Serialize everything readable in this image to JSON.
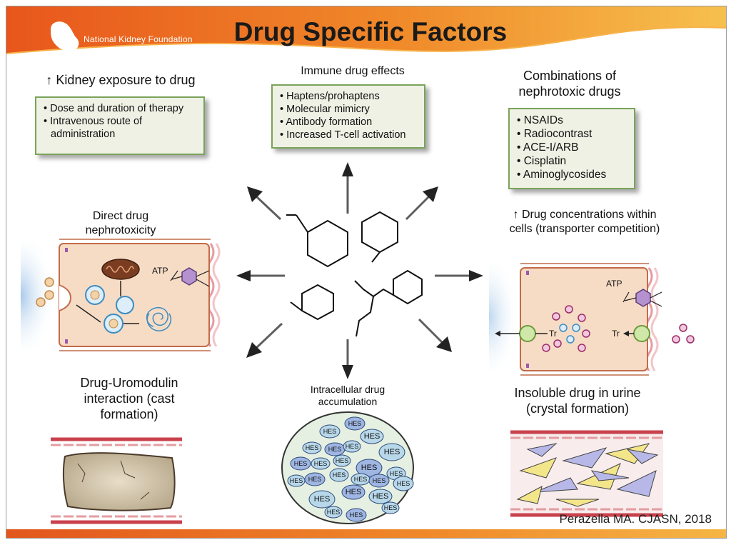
{
  "header": {
    "logo_text": "National Kidney Foundation",
    "title": "Drug Specific Factors"
  },
  "sections": {
    "kidney_exposure": {
      "title": "↑ Kidney exposure to drug",
      "items": [
        "Dose and duration of therapy",
        "Intravenous route of administration"
      ]
    },
    "immune": {
      "title": "Immune drug effects",
      "items": [
        "Haptens/prohaptens",
        "Molecular mimicry",
        "Antibody formation",
        "Increased T-cell activation"
      ]
    },
    "combinations": {
      "title": "Combinations of nephrotoxic drugs",
      "items": [
        "NSAIDs",
        "Radiocontrast",
        "ACE-I/ARB",
        "Cisplatin",
        "Aminoglycosides"
      ]
    },
    "direct": {
      "title": "Direct drug nephrotoxicity",
      "atp": "ATP"
    },
    "concentrations": {
      "title": "↑ Drug concentrations within cells (transporter competition)",
      "atp": "ATP",
      "tr": "Tr"
    },
    "uromodulin": {
      "title": "Drug-Uromodulin interaction (cast formation)"
    },
    "intracellular": {
      "title": "Intracellular drug accumulation",
      "hes": "HES"
    },
    "insoluble": {
      "title": "Insoluble drug in urine (crystal formation)"
    }
  },
  "colors": {
    "header_orange": "#ee7423",
    "box_border": "#7aa35a",
    "box_fill": "#eef1e4",
    "cell_fill": "#f7dcc5",
    "vessel_red": "#c9414c",
    "hes_blue": "#b8d8ea"
  },
  "footer": {
    "citation": "Perazella MA. CJASN, 2018"
  }
}
